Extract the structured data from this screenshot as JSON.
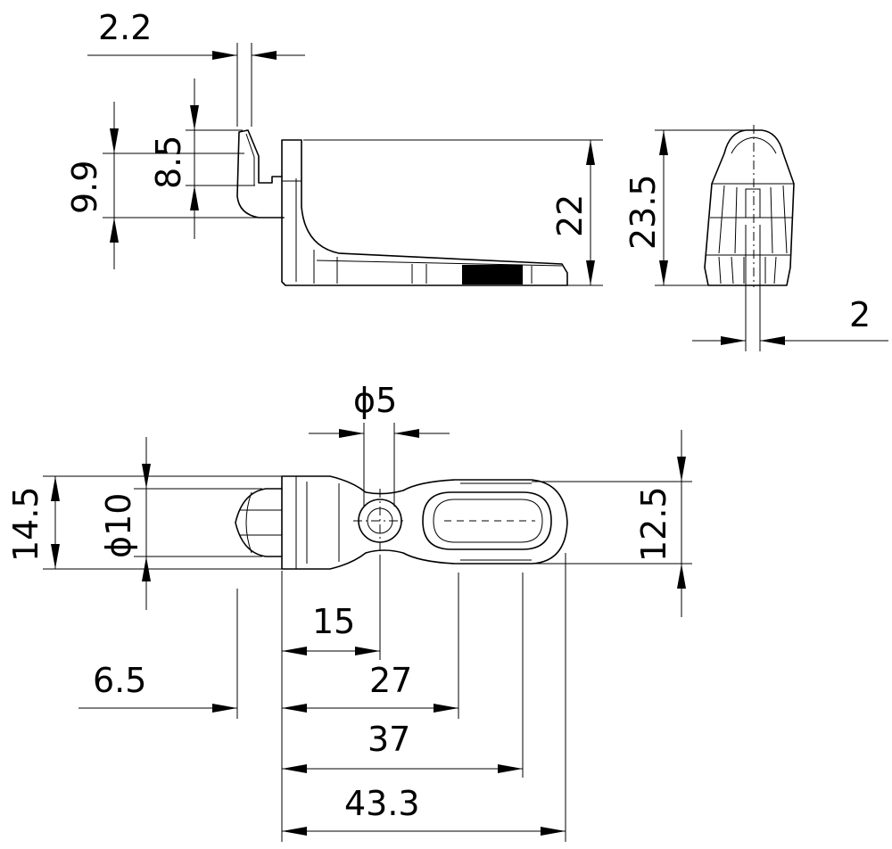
{
  "dimensions": {
    "d_2_2": "2.2",
    "d_9_9": "9.9",
    "d_8_5": "8.5",
    "d_22": "22",
    "d_23_5": "23.5",
    "d_2": "2",
    "d_phi5": "ϕ5",
    "d_14_5": "14.5",
    "d_phi10": "ϕ10",
    "d_12_5": "12.5",
    "d_15": "15",
    "d_6_5": "6.5",
    "d_27": "27",
    "d_37": "37",
    "d_43_3": "43.3"
  }
}
